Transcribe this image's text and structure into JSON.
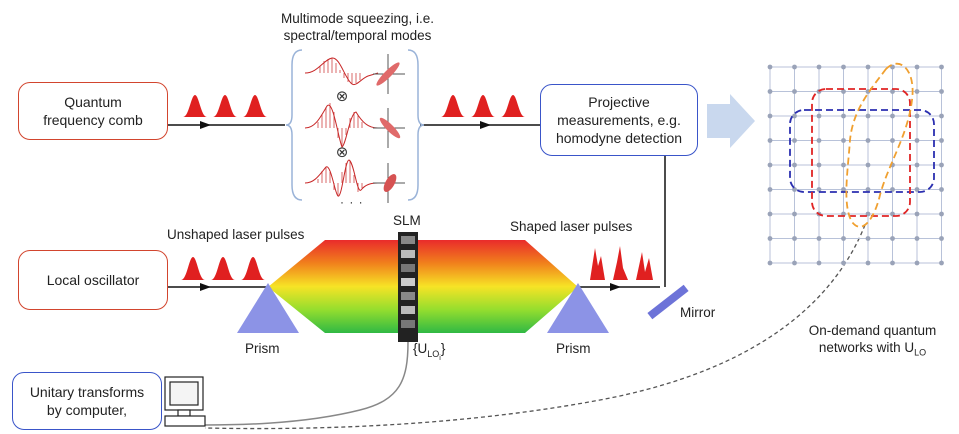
{
  "boxes": {
    "comb": "Quantum\nfrequency comb",
    "measure": "Projective\nmeasurements, e.g.\nhomodyne detection",
    "lo": "Local oscillator",
    "computer": "Unitary transforms\nby computer,"
  },
  "labels": {
    "squeezing": "Multimode squeezing, i.e.\nspectral/temporal modes",
    "ellipsis": "· · ·",
    "unshaped": "Unshaped laser pulses",
    "slm": "SLM",
    "shaped": "Shaped laser pulses",
    "mirror": "Mirror",
    "prism_left": "Prism",
    "prism_right": "Prism",
    "ulo_main": "{U",
    "ulo_sub": "LO",
    "ulo_subsub": "i",
    "ulo_close": "}",
    "networks_line1": "On-demand quantum",
    "networks_line2_main": "networks with U",
    "networks_line2_sub": "LO",
    "otimes1": "⊗",
    "otimes2": "⊗"
  },
  "colors": {
    "pulse": "#e02020",
    "box_red": "#d2452e",
    "box_blue": "#3a55c9",
    "prism": "#8c93e6",
    "grid": "#b8c2d9",
    "node": "#9aa3b8",
    "dash_blue": "#2b2fb0",
    "dash_red": "#e02424",
    "dash_orange": "#f0a030",
    "arrow_big": "#c9d8ee"
  }
}
